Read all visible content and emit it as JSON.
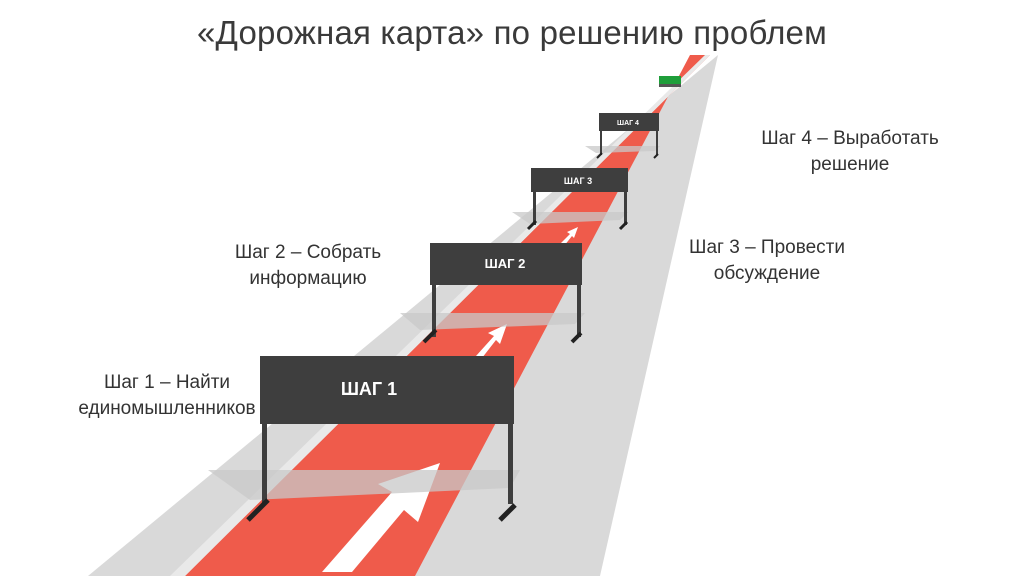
{
  "title": "«Дорожная карта» по решению проблем",
  "colors": {
    "road_shoulder": "#d9d9d9",
    "road_surface": "#ef5b4b",
    "gate_board": "#3e3e3e",
    "gate_text": "#ffffff",
    "arrow": "#ffffff",
    "finish_flag": "#1f9e3a"
  },
  "steps": [
    {
      "gate_label": "ШАГ 1",
      "caption_line1": "Шаг 1 – Найти",
      "caption_line2": "единомышленников"
    },
    {
      "gate_label": "ШАГ 2",
      "caption_line1": "Шаг 2 – Собрать",
      "caption_line2": "информацию"
    },
    {
      "gate_label": "ШАГ 3",
      "caption_line1": "Шаг 3 – Провести",
      "caption_line2": "обсуждение"
    },
    {
      "gate_label": "ШАГ 4",
      "caption_line1": "Шаг 4 – Выработать",
      "caption_line2": "решение"
    }
  ],
  "finish_icon": "finish-flag-icon",
  "arrow_icon": "arrow-up-icon"
}
